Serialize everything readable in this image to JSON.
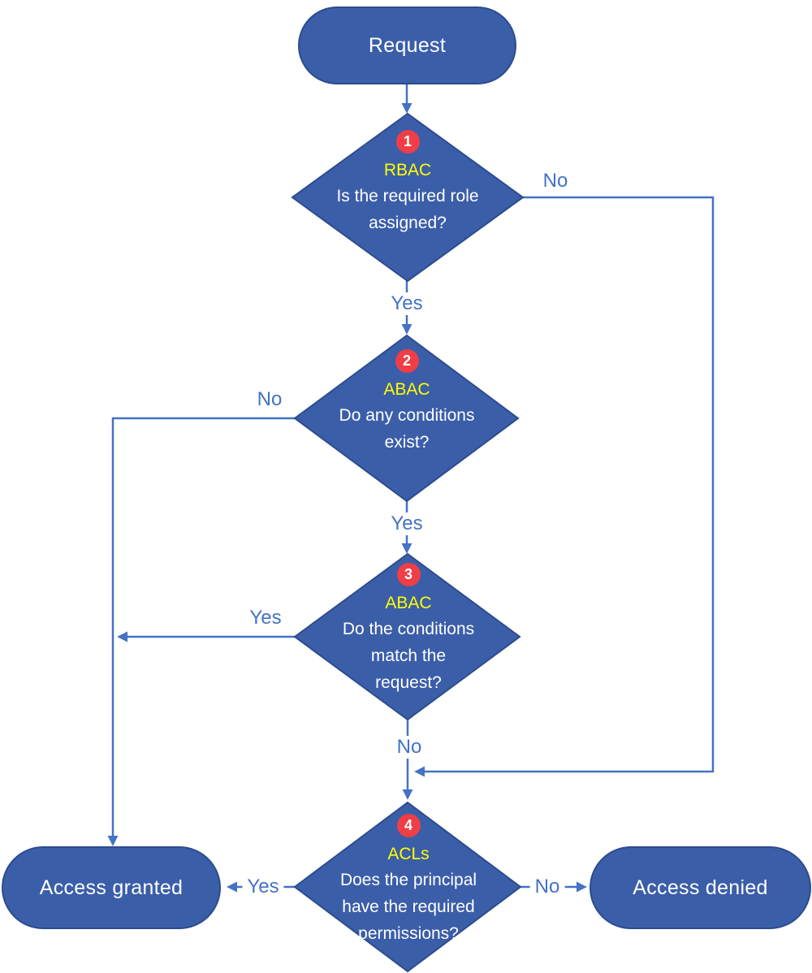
{
  "colors": {
    "node_fill": "#3B5EA9",
    "node_border": "#2D4C8E",
    "connector": "#4472C4",
    "edge_label_text": "#4472C4",
    "topic_yellow": "#FFFF00",
    "badge_red": "#EF3E45",
    "node_text": "#FFFFFF",
    "background": "#FFFFFF"
  },
  "nodes": {
    "request": {
      "label": "Request"
    },
    "decision1": {
      "number": "1",
      "topic": "RBAC",
      "question": [
        "Is the required role",
        "assigned?"
      ]
    },
    "decision2": {
      "number": "2",
      "topic": "ABAC",
      "question": [
        "Do any conditions",
        "exist?"
      ]
    },
    "decision3": {
      "number": "3",
      "topic": "ABAC",
      "question": [
        "Do the conditions",
        "match the",
        "request?"
      ]
    },
    "decision4": {
      "number": "4",
      "topic": "ACLs",
      "question": [
        "Does the principal",
        "have the required",
        "permissions?"
      ]
    },
    "access_granted": {
      "label": "Access granted"
    },
    "access_denied": {
      "label": "Access denied"
    }
  },
  "edges": {
    "d1_no": "No",
    "d1_yes": "Yes",
    "d2_no": "No",
    "d2_yes": "Yes",
    "d3_yes": "Yes",
    "d3_no": "No",
    "d4_yes": "Yes",
    "d4_no": "No"
  }
}
